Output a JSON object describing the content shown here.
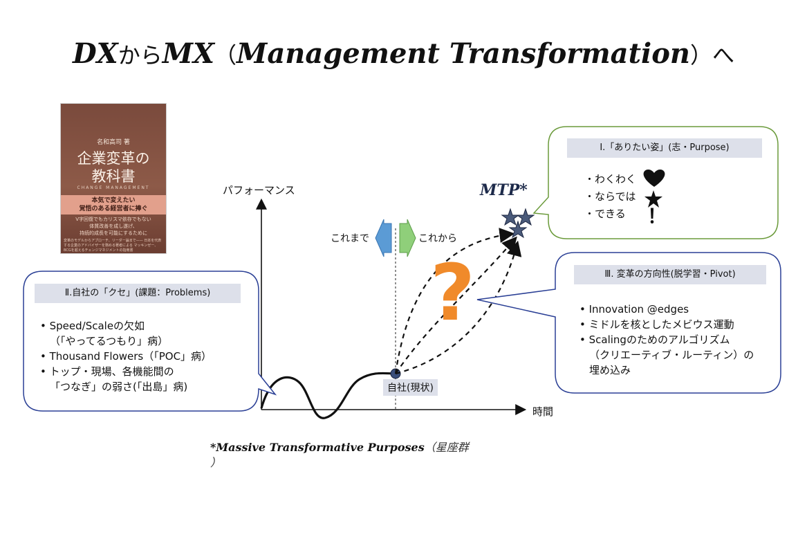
{
  "title": {
    "part1": "DX",
    "part2": "から",
    "part3": "MX",
    "part4": "（",
    "part5": "Management Transformation",
    "part6": "）へ"
  },
  "book": {
    "author": "名和高司 著",
    "title_line1": "企業変革の",
    "title_line2": "教科書",
    "subtitle_en": "CHANGE MANAGEMENT",
    "band_line1": "本気で変えたい",
    "band_line2": "覚悟のある経営者に捧ぐ",
    "sub_line1": "V字回復でもカリスマ依存でもない",
    "sub_line2": "体質改善を成し遂げ、",
    "sub_line3": "持続的成長を可能にするために",
    "small": "変革のモデルからアプローチ、リーダー論まで—— 日本を代表する企業のアドバイザーを務める著者による マッキンゼー、BCGを超えるチェンジマネジメントの指南書"
  },
  "axes": {
    "y_label": "パフォーマンス",
    "x_label": "時間"
  },
  "transition": {
    "before": "これまで",
    "after": "これから"
  },
  "current_label": "自社(現状)",
  "mtp_label": "MTP*",
  "question_mark": "?",
  "box_purpose": {
    "header": "Ⅰ.「ありたい姿」(志・Purpose)",
    "items": [
      "・わくわく",
      "・ならでは",
      "・できる"
    ],
    "icons": [
      "heart-icon",
      "star-icon",
      "exclamation-icon"
    ],
    "exclamation": "！"
  },
  "box_problems": {
    "header": "Ⅱ.自社の「クセ」(課題：Problems)",
    "items": [
      "• Speed/Scaleの欠如",
      "（「やってるつもり」病）",
      "• Thousand Flowers（「POC」病）",
      "• トップ・現場、各機能間の",
      "「つなぎ」の弱さ(「出島」病)"
    ]
  },
  "box_pivot": {
    "header": "Ⅲ. 変革の方向性(脱学習・Pivot)",
    "items": [
      "• Innovation @edges",
      "• ミドルを核としたメビウス運動",
      "• Scalingのためのアルゴリズム",
      "（クリエーティブ・ルーティン）の",
      "埋め込み"
    ]
  },
  "footnote": {
    "star": "*",
    "text": "Massive Transformative Purposes",
    "jp": "（星座群",
    "jp2": "）"
  },
  "colors": {
    "border_green": "#6a9a3a",
    "border_blue": "#2a3f95",
    "question": "#f08a2a",
    "star_fill": "#4a5a7a",
    "arrow_left": "#5b9bd5",
    "arrow_right": "#8fcf7a"
  }
}
